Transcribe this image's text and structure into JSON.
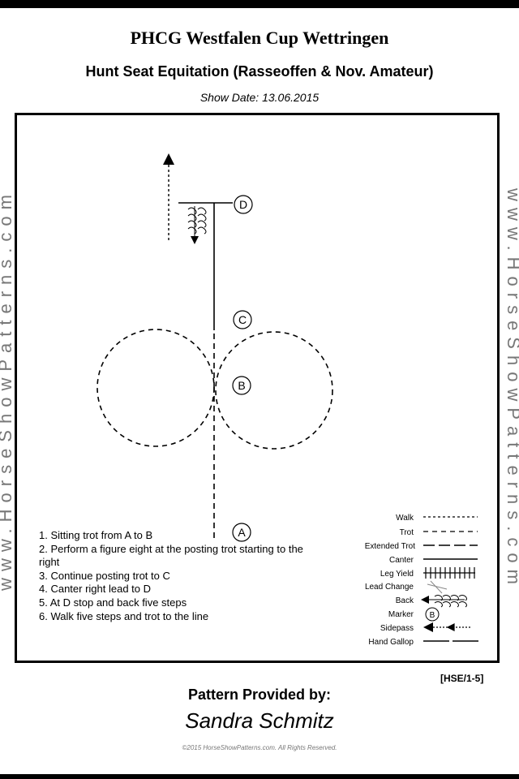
{
  "header": {
    "title": "PHCG Westfalen Cup Wettringen",
    "subtitle": "Hunt Seat Equitation (Rasseoffen & Nov. Amateur)",
    "show_date": "Show Date: 13.06.2015"
  },
  "side_text": "www.HorseShowPatterns.com",
  "markers": {
    "a": "A",
    "b": "B",
    "c": "C",
    "d": "D"
  },
  "instructions": [
    "1. Sitting trot from A to B",
    "2. Perform a figure eight at the posting trot starting to the right",
    "3. Continue posting trot to C",
    "4. Canter right lead to D",
    "5. At D stop and back five steps",
    "6. Walk five steps and trot to the line"
  ],
  "legend": {
    "walk": "Walk",
    "trot": "Trot",
    "extended_trot": "Extended Trot",
    "canter": "Canter",
    "leg_yield": "Leg Yield",
    "lead_change": "Lead Change",
    "back": "Back",
    "marker": "Marker",
    "marker_letter": "B",
    "sidepass": "Sidepass",
    "hand_gallop": "Hand Gallop"
  },
  "pattern_code": "[HSE/1-5]",
  "footer": {
    "provided_by": "Pattern Provided by:",
    "author": "Sandra Schmitz",
    "copyright": "©2015 HorseShowPatterns.com. All Rights Reserved."
  }
}
